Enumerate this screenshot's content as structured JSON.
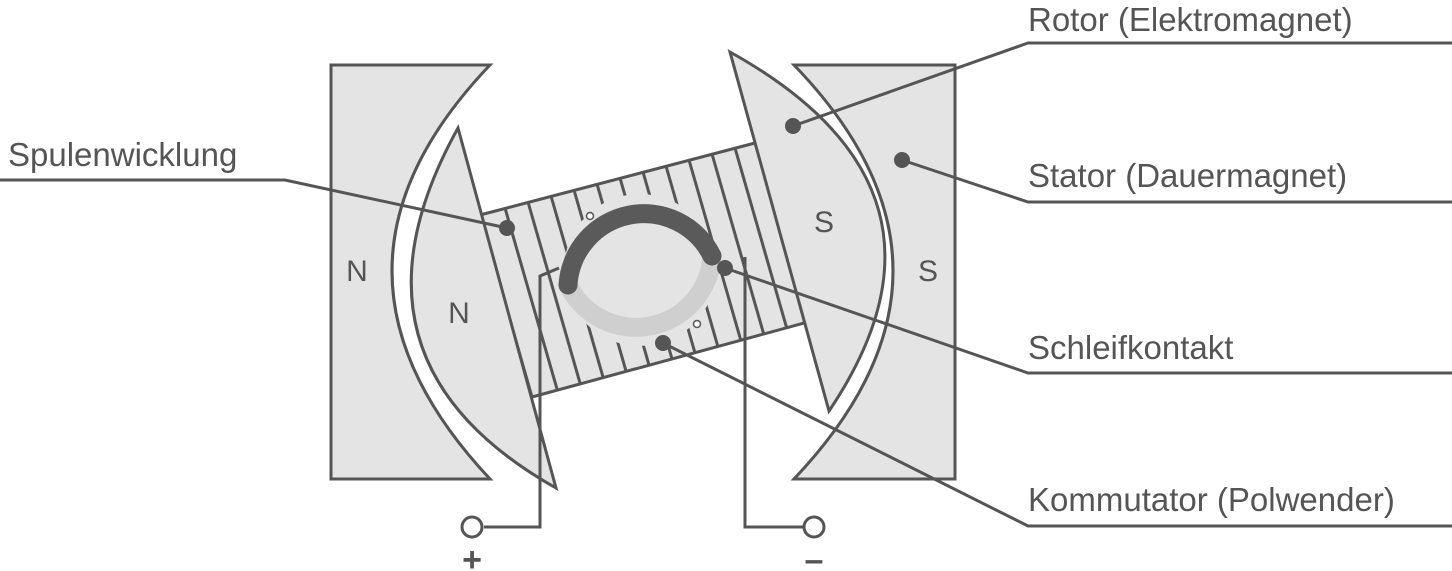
{
  "labels": {
    "rotor": "Rotor (Elektromagnet)",
    "stator": "Stator (Dauermagnet)",
    "spule": "Spulenwicklung",
    "schleif": "Schleifkontakt",
    "kommutator": "Kommutator (Polwender)"
  },
  "poles": {
    "stator_left": "N",
    "rotor_left": "N",
    "rotor_right": "S",
    "stator_right": "S"
  },
  "terminals": {
    "plus": "+",
    "minus": "–"
  },
  "colors": {
    "fill": "#e4e4e4",
    "stroke": "#555555",
    "commutator_dark": "#5a5a5a",
    "commutator_light": "#cfcfcf",
    "background": "#ffffff"
  }
}
